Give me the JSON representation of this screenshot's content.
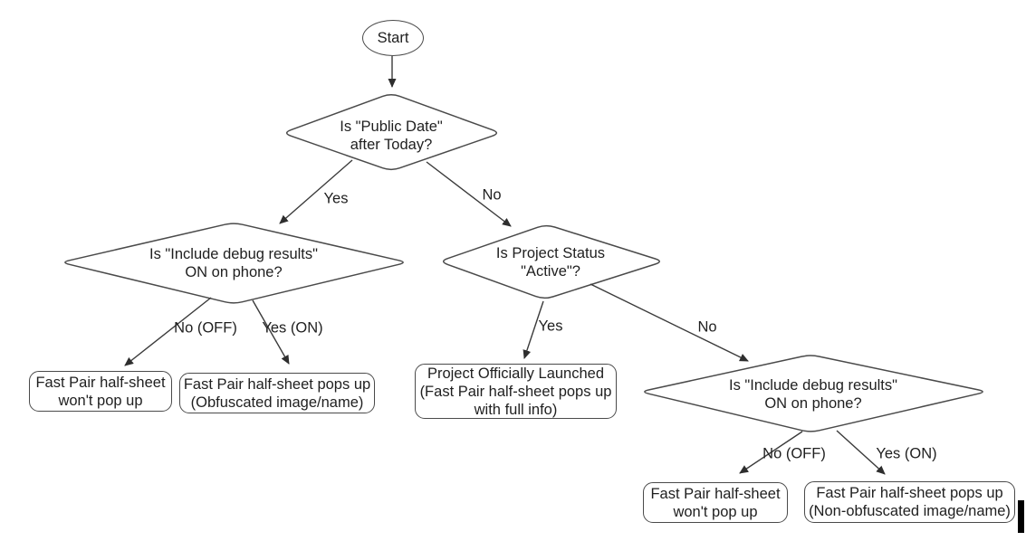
{
  "colors": {
    "background": "#ffffff",
    "shape_stroke": "#4a4a4a",
    "edge_stroke": "#3a3a3a",
    "text": "#1f1f1f",
    "cursor_bar": "#000000"
  },
  "flowchart": {
    "start": "Start",
    "decisions": {
      "public_date": "Is \"Public Date\"\nafter Today?",
      "debug_left": "Is \"Include debug results\"\nON on phone?",
      "project_status": "Is Project Status\n\"Active\"?",
      "debug_right": "Is \"Include debug results\"\nON on phone?"
    },
    "results": {
      "no_popup_left": "Fast Pair half-sheet\nwon't pop up",
      "obfuscated": "Fast Pair half-sheet pops up\n(Obfuscated image/name)",
      "launched": "Project Officially Launched\n(Fast Pair half-sheet pops up\nwith full info)",
      "no_popup_right": "Fast Pair half-sheet\nwon't pop up",
      "non_obfuscated": "Fast Pair half-sheet pops up\n(Non-obfuscated image/name)"
    },
    "edge_labels": {
      "public_date_yes": "Yes",
      "public_date_no": "No",
      "debug_left_no": "No (OFF)",
      "debug_left_yes": "Yes (ON)",
      "project_status_yes": "Yes",
      "project_status_no": "No",
      "debug_right_no": "No (OFF)",
      "debug_right_yes": "Yes (ON)"
    }
  }
}
